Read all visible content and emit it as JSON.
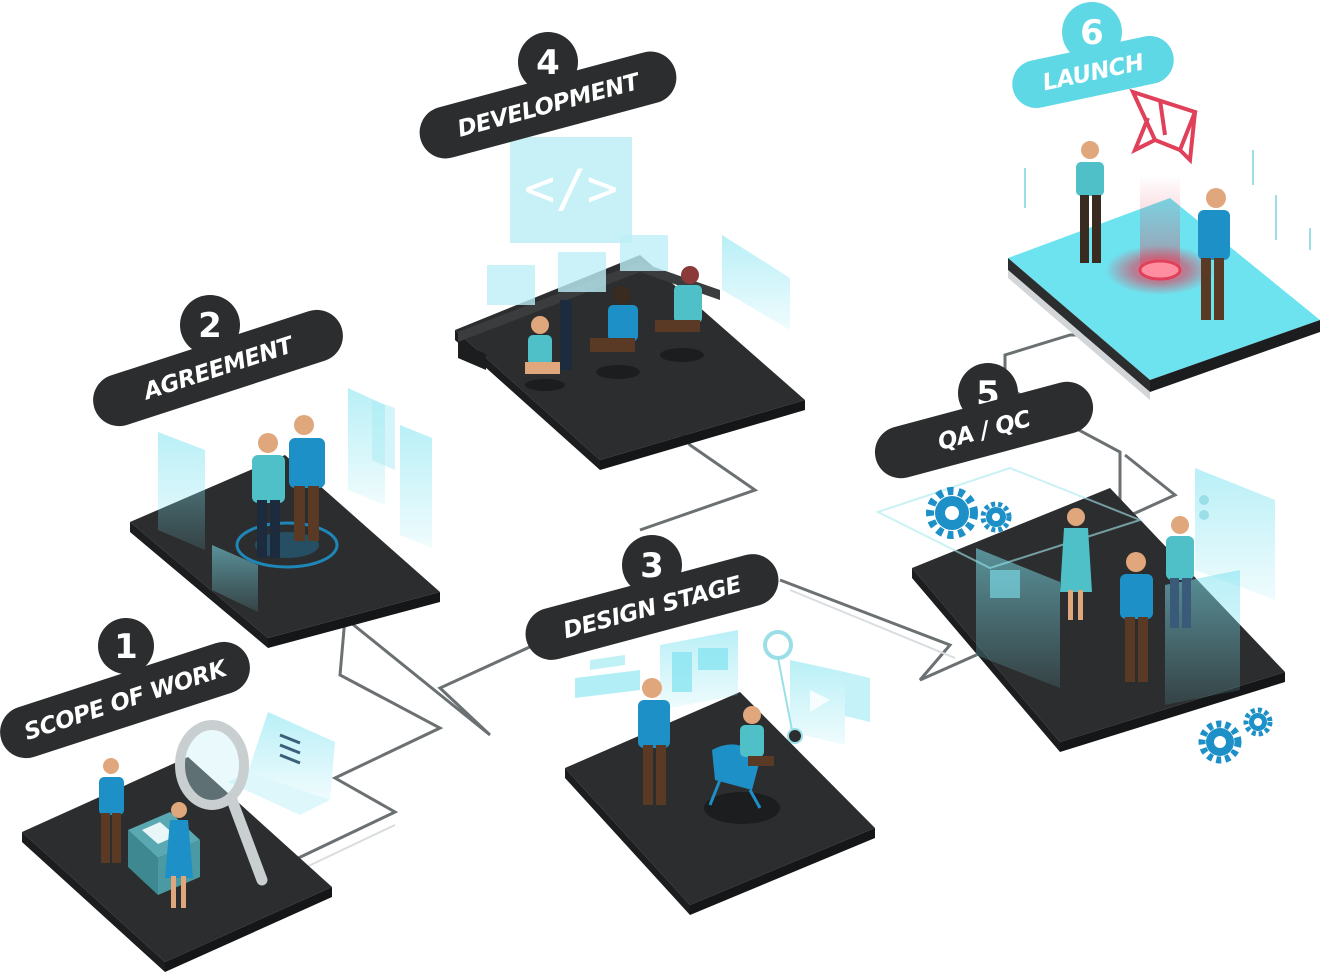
{
  "steps": [
    {
      "number": "1",
      "label": "SCOPE OF WORK"
    },
    {
      "number": "2",
      "label": "AGREEMENT"
    },
    {
      "number": "3",
      "label": "DESIGN STAGE"
    },
    {
      "number": "4",
      "label": "DEVELOPMENT"
    },
    {
      "number": "5",
      "label": "QA / QC"
    },
    {
      "number": "6",
      "label": "LAUNCH"
    }
  ],
  "code_icon_text": "</>",
  "colors": {
    "platform_top": "#2b2d2e",
    "platform_side": "#1c1d1e",
    "platform_edge": "#cfd4d6",
    "connector": "#6b7072",
    "label_dark": "#2b2d2e",
    "label_cyan": "#5fd8e6",
    "accent_cyan": "#4fd3e6",
    "shirt_blue": "#1e90c8",
    "launch_red": "#e0405a",
    "launch_top": "#6ee3f0"
  }
}
